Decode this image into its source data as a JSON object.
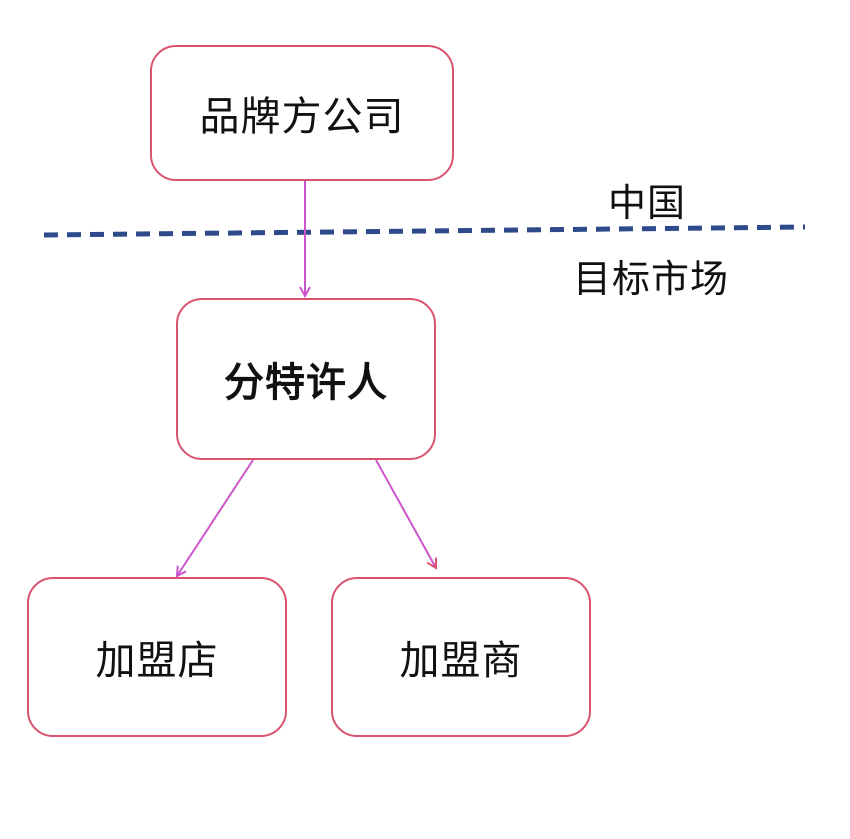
{
  "nodes": {
    "brand_company": "品牌方公司",
    "sub_franchisor": "分特许人",
    "franchise_store": "加盟店",
    "franchisee": "加盟商"
  },
  "regions": {
    "upper": "中国",
    "lower": "目标市场"
  },
  "colors": {
    "box_border": "#d9536f",
    "arrow": "#cc55cc",
    "divider": "#2f4a8a"
  }
}
